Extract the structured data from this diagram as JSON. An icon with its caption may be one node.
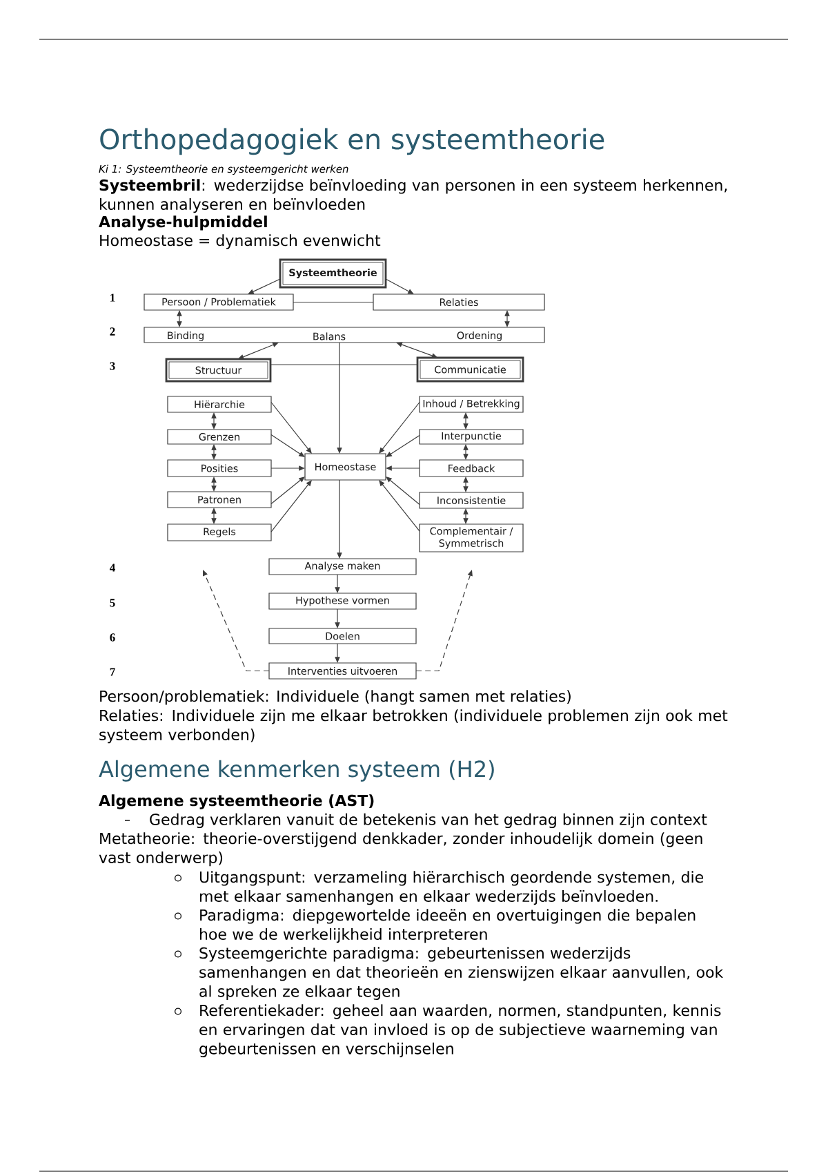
{
  "diagram": {
    "title": "Orthopedagogiek en systeemtheorie",
    "nodes": [
      {
        "text": [
          "Systeemtheorie"
        ]
      },
      {
        "text": [
          "Persoon / Problematiek"
        ]
      },
      {
        "text": [
          "Relaties"
        ]
      },
      {
        "text": [
          "Binding",
          "Balans",
          "Ordening"
        ]
      },
      {
        "text": [
          "Structuur"
        ]
      },
      {
        "text": [
          "Communicatie"
        ]
      },
      {
        "text": [
          "Hiërarchie"
        ]
      },
      {
        "text": [
          "Inhoud / Betrekking"
        ]
      },
      {
        "text": [
          "Grenzen"
        ]
      },
      {
        "text": [
          "Interpunctie"
        ]
      },
      {
        "text": [
          "Posities"
        ]
      },
      {
        "text": [
          "Homeostase"
        ]
      },
      {
        "text": [
          "Feedback"
        ]
      },
      {
        "text": [
          "Patronen"
        ]
      },
      {
        "text": [
          "Inconsistentie"
        ]
      },
      {
        "text": [
          "Regels"
        ]
      },
      {
        "text": [
          "Complementair / Symmetrisch"
        ]
      },
      {
        "text": [
          "Analyse maken"
        ]
      },
      {
        "text": [
          "Hypothese vormen"
        ]
      },
      {
        "text": [
          "Doelen"
        ]
      },
      {
        "text": [
          "Interventies uitvoeren"
        ]
      }
    ],
    "edges": [
      {
        "from": 0,
        "to": 1,
        "arrow": "to"
      },
      {
        "from": 0,
        "to": 2,
        "arrow": "to"
      },
      {
        "from": 1,
        "to": 2,
        "arrow": "none"
      },
      {
        "from": 1,
        "to": 3,
        "arrow": "both"
      },
      {
        "from": 2,
        "to": 3,
        "arrow": "both"
      },
      {
        "from": 3,
        "to": 4,
        "arrow": "both"
      },
      {
        "from": 3,
        "to": 5,
        "arrow": "both"
      },
      {
        "from": 4,
        "to": 5,
        "arrow": "none"
      },
      {
        "from": 3,
        "to": 11,
        "arrow": "to"
      },
      {
        "from": 6,
        "to": 8,
        "arrow": "both"
      },
      {
        "from": 8,
        "to": 10,
        "arrow": "both"
      },
      {
        "from": 10,
        "to": 13,
        "arrow": "both"
      },
      {
        "from": 13,
        "to": 15,
        "arrow": "both"
      },
      {
        "from": 7,
        "to": 9,
        "arrow": "both"
      },
      {
        "from": 9,
        "to": 12,
        "arrow": "both"
      },
      {
        "from": 12,
        "to": 14,
        "arrow": "both"
      },
      {
        "from": 14,
        "to": 16,
        "arrow": "both"
      },
      {
        "from": 6,
        "to": 11,
        "arrow": "to"
      },
      {
        "from": 8,
        "to": 11,
        "arrow": "to"
      },
      {
        "from": 10,
        "to": 11,
        "arrow": "to"
      },
      {
        "from": 13,
        "to": 11,
        "arrow": "to"
      },
      {
        "from": 15,
        "to": 11,
        "arrow": "to"
      },
      {
        "from": 7,
        "to": 11,
        "arrow": "to"
      },
      {
        "from": 9,
        "to": 11,
        "arrow": "to"
      },
      {
        "from": 12,
        "to": 11,
        "arrow": "to"
      },
      {
        "from": 14,
        "to": 11,
        "arrow": "to"
      },
      {
        "from": 16,
        "to": 11,
        "arrow": "to"
      },
      {
        "from": 11,
        "to": 17,
        "arrow": "to"
      },
      {
        "from": 17,
        "to": 18,
        "arrow": "to"
      },
      {
        "from": 18,
        "to": 19,
        "arrow": "to"
      },
      {
        "from": 19,
        "to": 20,
        "arrow": "to"
      },
      {
        "from": 20,
        "to": null,
        "arrow": "to",
        "style": "dashed"
      },
      {
        "from": 20,
        "to": null,
        "arrow": "to",
        "style": "dashed"
      }
    ],
    "labels": [
      "Ki 1: Systeemtheorie en systeemgericht werken",
      "**Systeembril**: wederzijdse beïnvloeding van personen in een systeem herkennen, kunnen analyseren en beïnvloeden",
      "Analyse-hulpmiddel",
      "Homeostase = dynamisch evenwicht",
      "1",
      "2",
      "3",
      "4",
      "5",
      "6",
      "7",
      "Persoon/problematiek: Individuele (hangt samen met relaties)",
      "Relaties: Individuele zijn me elkaar betrokken (individuele problemen zijn ook met systeem verbonden)",
      "Algemene kenmerken systeem (H2)",
      "Algemene systeemtheorie (AST)",
      "Gedrag verklaren vanuit de betekenis van het gedrag binnen zijn context",
      "Metatheorie: theorie-overstijgend denkkader, zonder inhoudelijk domein (geen vast onderwerp)",
      "Uitgangspunt: verzameling hiërarchisch geordende systemen, die met elkaar samenhangen en elkaar wederzijds beïnvloeden.",
      "Paradigma: diepgewortelde ideeën en overtuigingen die bepalen hoe we de werkelijkheid interpreteren",
      "Systeemgerichte paradigma: gebeurtenissen wederzijds samenhangen en dat theorieën en zienswijzen elkaar aanvullen, ook al spreken ze elkaar tegen",
      "Referentiekader: geheel aan waarden, normen, standpunten, kennis en ervaringen dat van invloed is op de subjectieve waarneming van gebeurtenissen en verschijnselen"
    ]
  }
}
